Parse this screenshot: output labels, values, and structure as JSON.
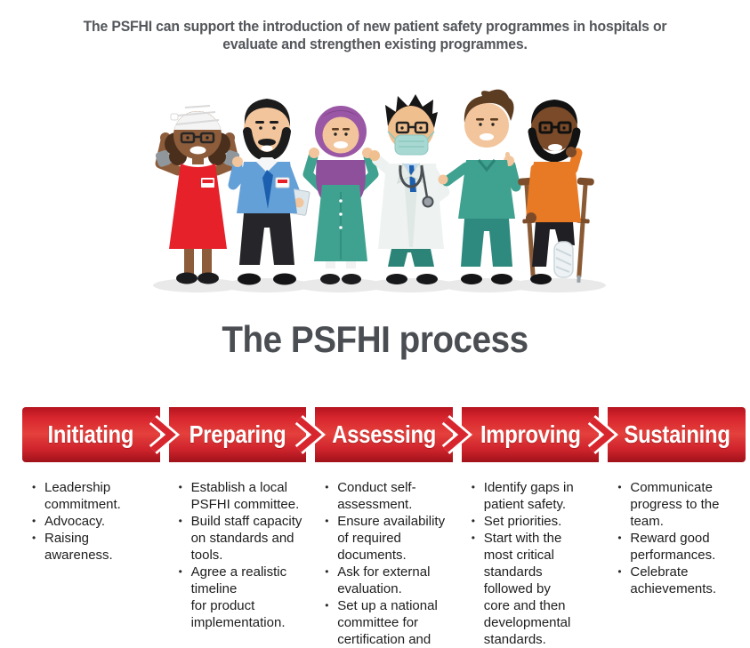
{
  "header": {
    "text": "The PSFHI can support the introduction of new patient safety programmes in hospitals or\nevaluate and strengthen existing programmes."
  },
  "title": "The PSFHI process",
  "illustration": {
    "description": "Six smiling cartoon figures: bandaged female patient in red dress, bearded man in blue shirt holding a clipboard, woman in purple hijab and teal dress, doctor in white coat with surgical mask and stethoscope, male nurse in teal scrubs, man in orange shirt with glasses, leg cast and crutches"
  },
  "stages": [
    {
      "label": "Initiating",
      "items": [
        "Leadership\ncommitment.",
        "Advocacy.",
        "Raising awareness."
      ]
    },
    {
      "label": "Preparing",
      "items": [
        "Establish a local\nPSFHI committee.",
        "Build staff capacity\non standards and\ntools.",
        "Agree a realistic\ntimeline\nfor product\nimplementation."
      ]
    },
    {
      "label": "Assessing",
      "items": [
        "Conduct self-\nassessment.",
        "Ensure availability\nof required\ndocuments.",
        "Ask for external\nevaluation.",
        "Set up a national\ncommittee for\ncertification and"
      ]
    },
    {
      "label": "Improving",
      "items": [
        "Identify gaps in\npatient safety.",
        "Set priorities.",
        "Start with the\nmost critical\nstandards\nfollowed by\ncore and then\ndevelopmental\nstandards."
      ]
    },
    {
      "label": "Sustaining",
      "items": [
        "Communicate\nprogress to the\nteam.",
        "Reward good\nperformances.",
        "Celebrate\nachievements."
      ]
    }
  ],
  "colors": {
    "banner_red": "#d8262e",
    "banner_red_dark": "#a8161f",
    "banner_label": "#ffffff",
    "header_text": "#53565a",
    "title_text": "#4a4d52",
    "body_text": "#1d1d1f"
  }
}
